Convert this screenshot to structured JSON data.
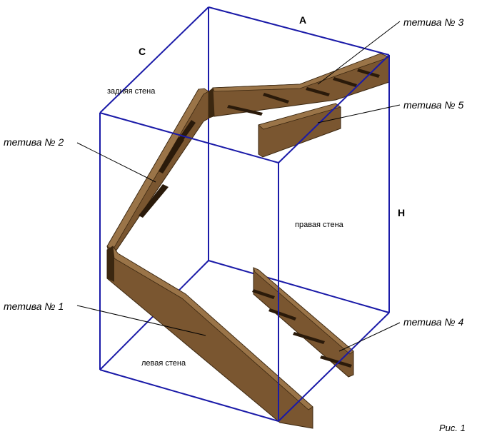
{
  "labels": {
    "tetiva1": "тетива № 1",
    "tetiva2": "тетива № 2",
    "tetiva3": "тетива № 3",
    "tetiva4": "тетива № 4",
    "tetiva5": "тетива № 5",
    "back_wall": "задняя стена",
    "right_wall": "правая стена",
    "left_wall": "левая стена",
    "dim_a": "A",
    "dim_c": "C",
    "dim_h": "H",
    "figure": "Рис. 1"
  },
  "colors": {
    "box_edges": "#1a1aa8",
    "wood": "#7a5630",
    "wood_top": "#9a7448",
    "wood_edge": "#3b2710",
    "slot": "#2a1a0a",
    "leader": "#000000"
  }
}
